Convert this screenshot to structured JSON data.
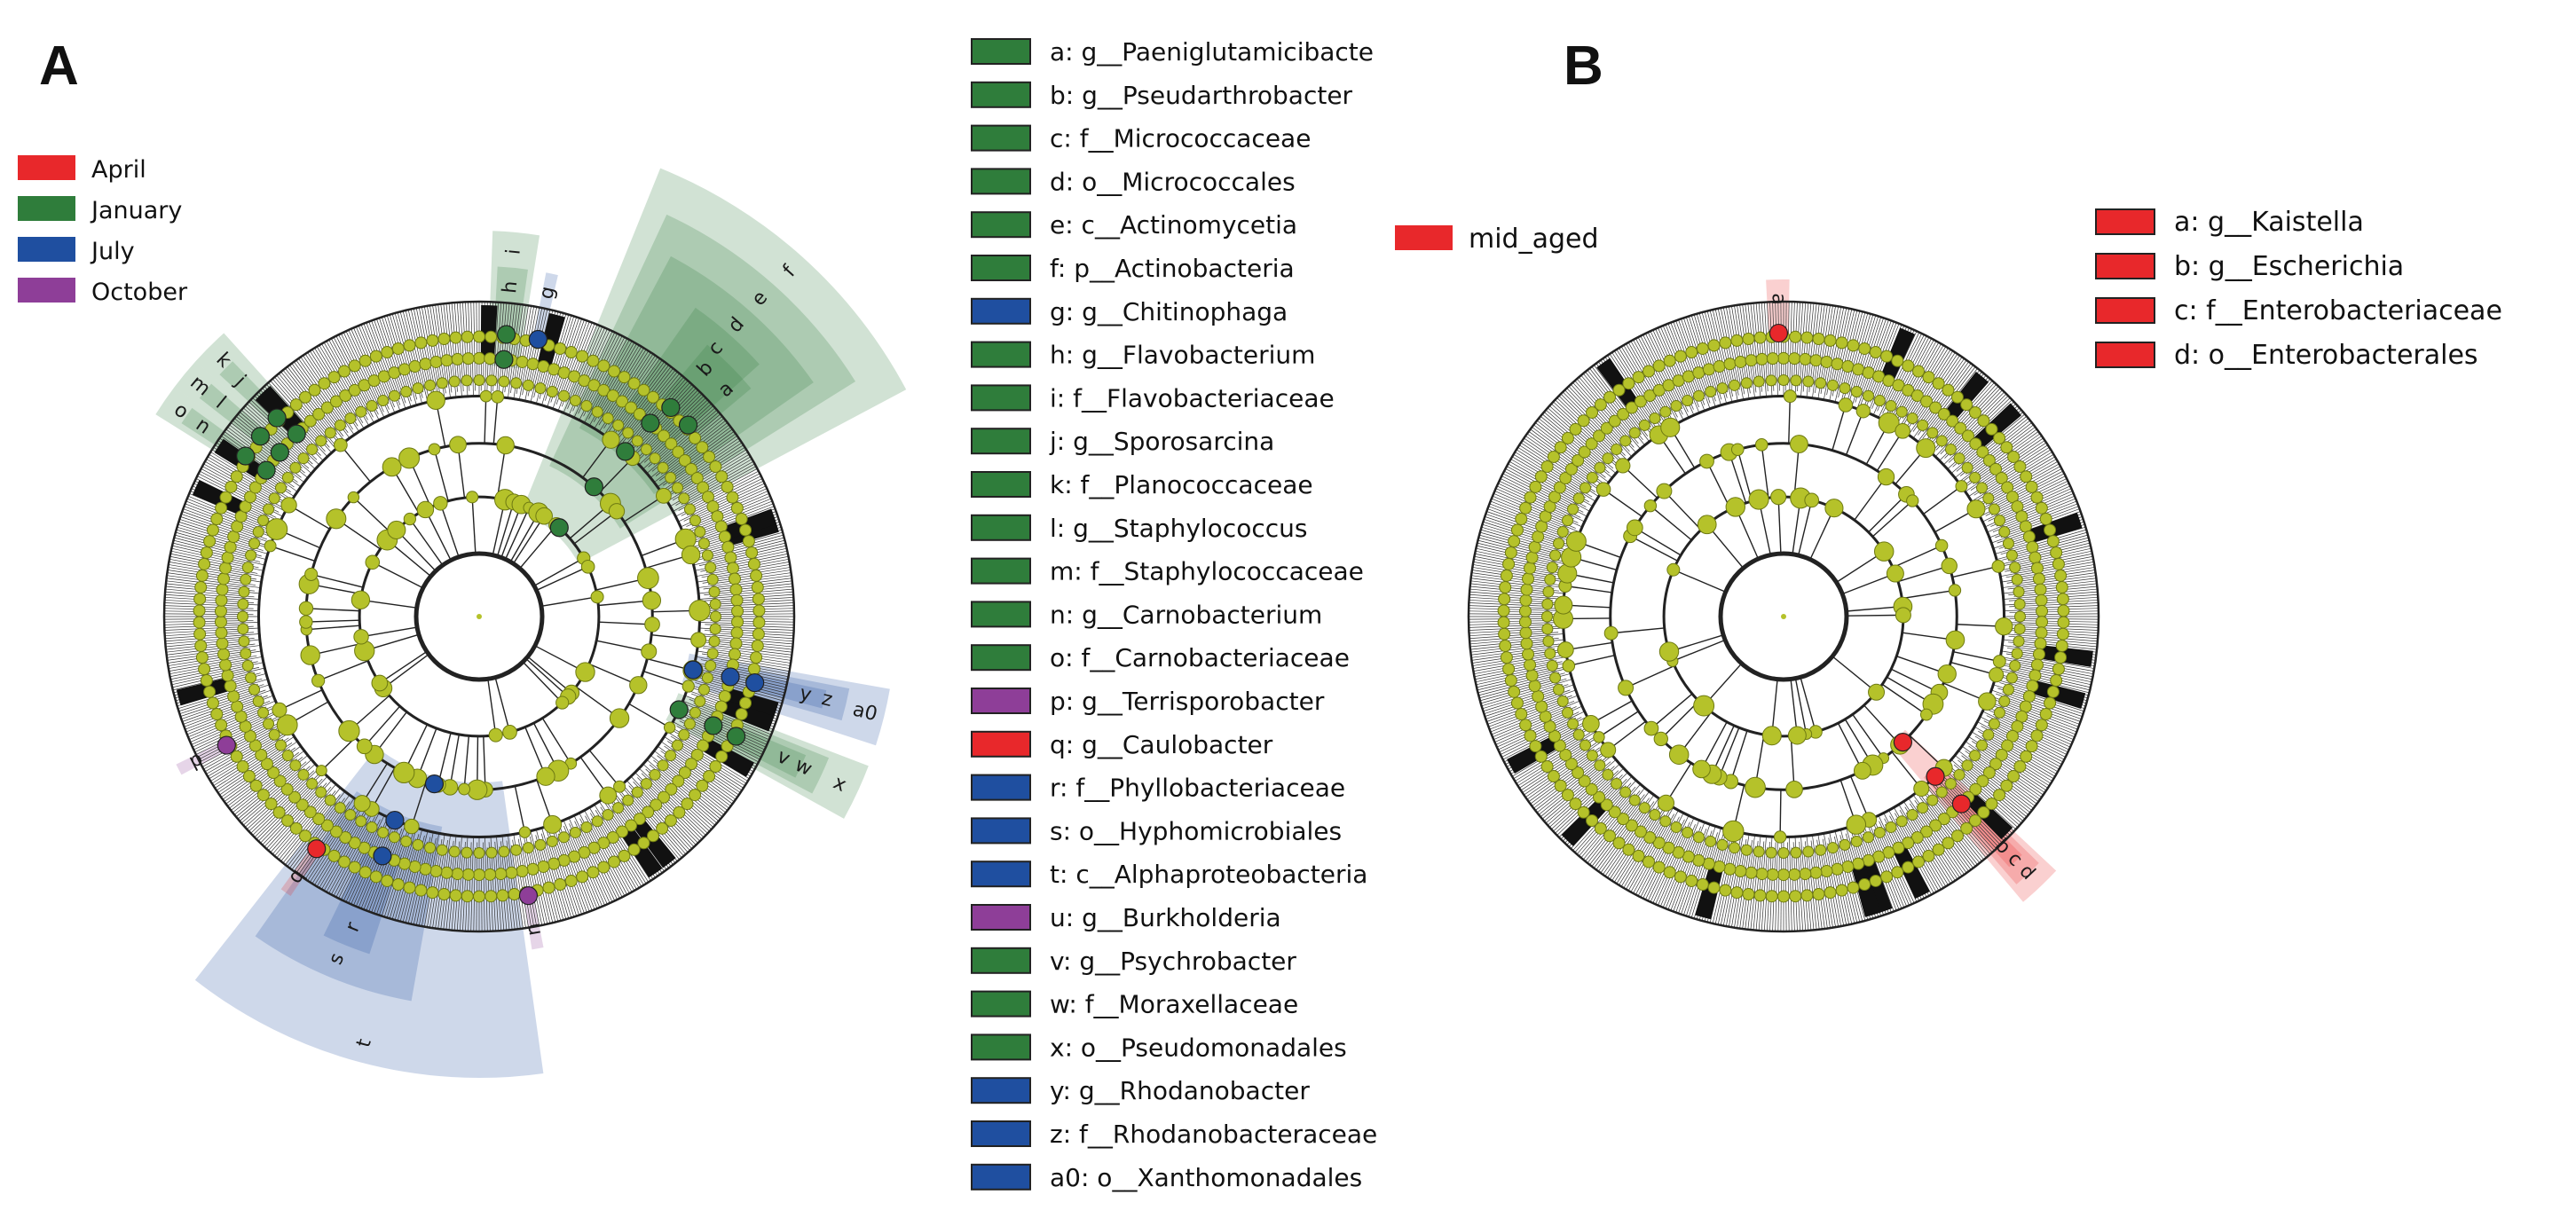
{
  "panel_a": {
    "label": "A",
    "group_legend": [
      {
        "label": "April",
        "color": "#e8282b"
      },
      {
        "label": "January",
        "color": "#2f7d3b"
      },
      {
        "label": "July",
        "color": "#1f4fa0"
      },
      {
        "label": "October",
        "color": "#8e3e98"
      }
    ],
    "taxa": [
      {
        "key": "a",
        "name": "g__Paeniglutamicibacte",
        "group": "January"
      },
      {
        "key": "b",
        "name": "g__Pseudarthrobacter",
        "group": "January"
      },
      {
        "key": "c",
        "name": "f__Micrococcaceae",
        "group": "January"
      },
      {
        "key": "d",
        "name": "o__Micrococcales",
        "group": "January"
      },
      {
        "key": "e",
        "name": "c__Actinomycetia",
        "group": "January"
      },
      {
        "key": "f",
        "name": "p__Actinobacteria",
        "group": "January"
      },
      {
        "key": "g",
        "name": "g__Chitinophaga",
        "group": "July"
      },
      {
        "key": "h",
        "name": "g__Flavobacterium",
        "group": "January"
      },
      {
        "key": "i",
        "name": "f__Flavobacteriaceae",
        "group": "January"
      },
      {
        "key": "j",
        "name": "g__Sporosarcina",
        "group": "January"
      },
      {
        "key": "k",
        "name": "f__Planococcaceae",
        "group": "January"
      },
      {
        "key": "l",
        "name": "g__Staphylococcus",
        "group": "January"
      },
      {
        "key": "m",
        "name": "f__Staphylococcaceae",
        "group": "January"
      },
      {
        "key": "n",
        "name": "g__Carnobacterium",
        "group": "January"
      },
      {
        "key": "o",
        "name": "f__Carnobacteriaceae",
        "group": "January"
      },
      {
        "key": "p",
        "name": "g__Terrisporobacter",
        "group": "October"
      },
      {
        "key": "q",
        "name": "g__Caulobacter",
        "group": "April"
      },
      {
        "key": "r",
        "name": "f__Phyllobacteriaceae",
        "group": "July"
      },
      {
        "key": "s",
        "name": "o__Hyphomicrobiales",
        "group": "July"
      },
      {
        "key": "t",
        "name": "c__Alphaproteobacteria",
        "group": "July"
      },
      {
        "key": "u",
        "name": "g__Burkholderia",
        "group": "October"
      },
      {
        "key": "v",
        "name": "g__Psychrobacter",
        "group": "January"
      },
      {
        "key": "w",
        "name": "f__Moraxellaceae",
        "group": "January"
      },
      {
        "key": "x",
        "name": "o__Pseudomonadales",
        "group": "January"
      },
      {
        "key": "y",
        "name": "g__Rhodanobacter",
        "group": "July"
      },
      {
        "key": "z",
        "name": "f__Rhodanobacteraceae",
        "group": "July"
      },
      {
        "key": "a0",
        "name": "o__Xanthomonadales",
        "group": "July"
      }
    ]
  },
  "panel_b": {
    "label": "B",
    "group_legend": [
      {
        "label": "mid_aged",
        "color": "#e8282b"
      }
    ],
    "taxa": [
      {
        "key": "a",
        "name": "g__Kaistella",
        "group": "mid_aged"
      },
      {
        "key": "b",
        "name": "g__Escherichia",
        "group": "mid_aged"
      },
      {
        "key": "c",
        "name": "f__Enterobacteriaceae",
        "group": "mid_aged"
      },
      {
        "key": "d",
        "name": "o__Enterobacterales",
        "group": "mid_aged"
      }
    ]
  },
  "colors": {
    "node_default": "#b5c22a",
    "node_stroke": "#6e7a12",
    "branch": "#222222"
  }
}
